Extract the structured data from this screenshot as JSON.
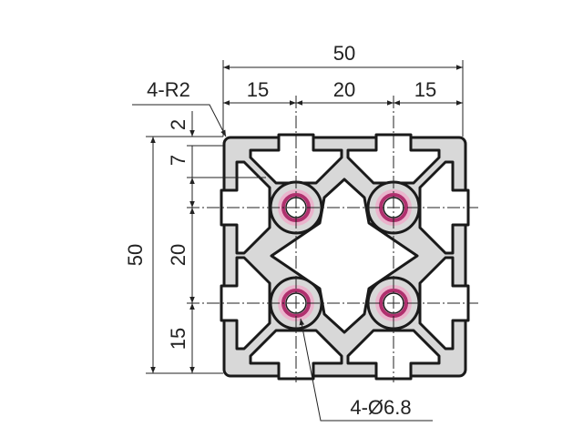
{
  "drawing": {
    "overall_width": "50",
    "width_left": "15",
    "width_mid": "20",
    "width_right": "15",
    "corner_radius": "4-R2",
    "overall_height": "50",
    "height_top_lip": "2",
    "height_slot": "7",
    "height_mid": "20",
    "height_bottom": "15",
    "hole_callout": "4-Ø6.8"
  },
  "colors": {
    "profile_fill": "#d8d8d8",
    "outline": "#1a1a1a",
    "hole_ring": "#b0306e",
    "hole_halo": "#eab4cc"
  }
}
